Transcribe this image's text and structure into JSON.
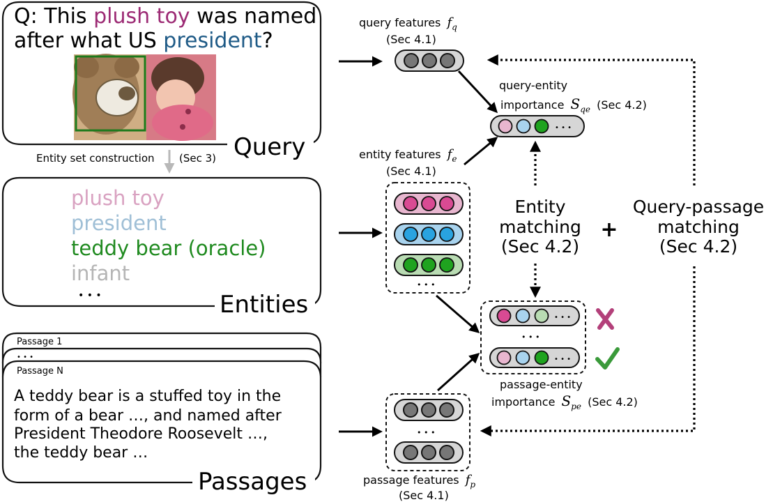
{
  "query": {
    "question_prefix": "Q: This ",
    "question_highlight_1": "plush toy",
    "question_mid": " was named",
    "question_line2_prefix": "after what US ",
    "question_highlight_2": "president",
    "question_suffix": "?",
    "tab_label": "Query",
    "image_alt": "teddy bear and infant photo"
  },
  "entity_set": {
    "step_label": "Entity set construction",
    "step_ref": "(Sec 3)"
  },
  "entities": {
    "items": [
      {
        "text": "plush toy",
        "color": "#d9a2c1"
      },
      {
        "text": "president",
        "color": "#9fbfd6"
      },
      {
        "text": "teddy bear (oracle)",
        "color": "#1f8a1f"
      },
      {
        "text": "infant",
        "color": "#b5b5b5"
      }
    ],
    "ellipsis": "• • •",
    "tab_label": "Entities"
  },
  "passages": {
    "back_label_1": "Passage 1",
    "back_dots": "• • •",
    "front_label": "Passage N",
    "lines": [
      "A teddy bear is a stuffed toy in the",
      "form of a bear …, and named after",
      "President Theodore Roosevelt …,",
      "the teddy bear …"
    ],
    "tab_label": "Passages"
  },
  "features": {
    "query_label": "query features",
    "query_symbol": "f",
    "query_sub": "q",
    "query_ref": "(Sec 4.1)",
    "entity_label": "entity features",
    "entity_symbol": "f",
    "entity_sub": "e",
    "entity_ref": "(Sec 4.1)",
    "entity_ellipsis": "• • •",
    "passage_label": "passage features",
    "passage_symbol": "f",
    "passage_sub": "p",
    "passage_ref": "(Sec 4.1)",
    "passage_ellipsis": "• • •"
  },
  "importance": {
    "qe_label": "query-entity",
    "qe_label2": "importance",
    "qe_symbol": "S",
    "qe_sub": "qe",
    "qe_ref": "(Sec 4.2)",
    "pe_label": "passage-entity",
    "pe_label2": "importance",
    "pe_symbol": "S",
    "pe_sub": "pe",
    "pe_ref": "(Sec 4.2)",
    "pe_ellipsis": "• • •",
    "row_ellipsis": "• • •"
  },
  "matching": {
    "entity_line1": "Entity",
    "entity_line2": "matching",
    "entity_line3": "(Sec 4.2)",
    "plus": "+",
    "qp_line1": "Query-passage",
    "qp_line2": "matching",
    "qp_line3": "(Sec 4.2)"
  },
  "colors": {
    "plush_toy": "#9c2a74",
    "president": "#1e5a86",
    "pink_fill": "#d94a93",
    "pink_light": "#e8b6cf",
    "blue_fill": "#29a3e0",
    "blue_light": "#a8d3ee",
    "green_fill": "#1fa31f",
    "green_light": "#b9dcb3",
    "cross": "#b3407a",
    "check": "#3a9a3a"
  },
  "icons": {
    "cross": "cross-icon",
    "check": "check-icon"
  }
}
